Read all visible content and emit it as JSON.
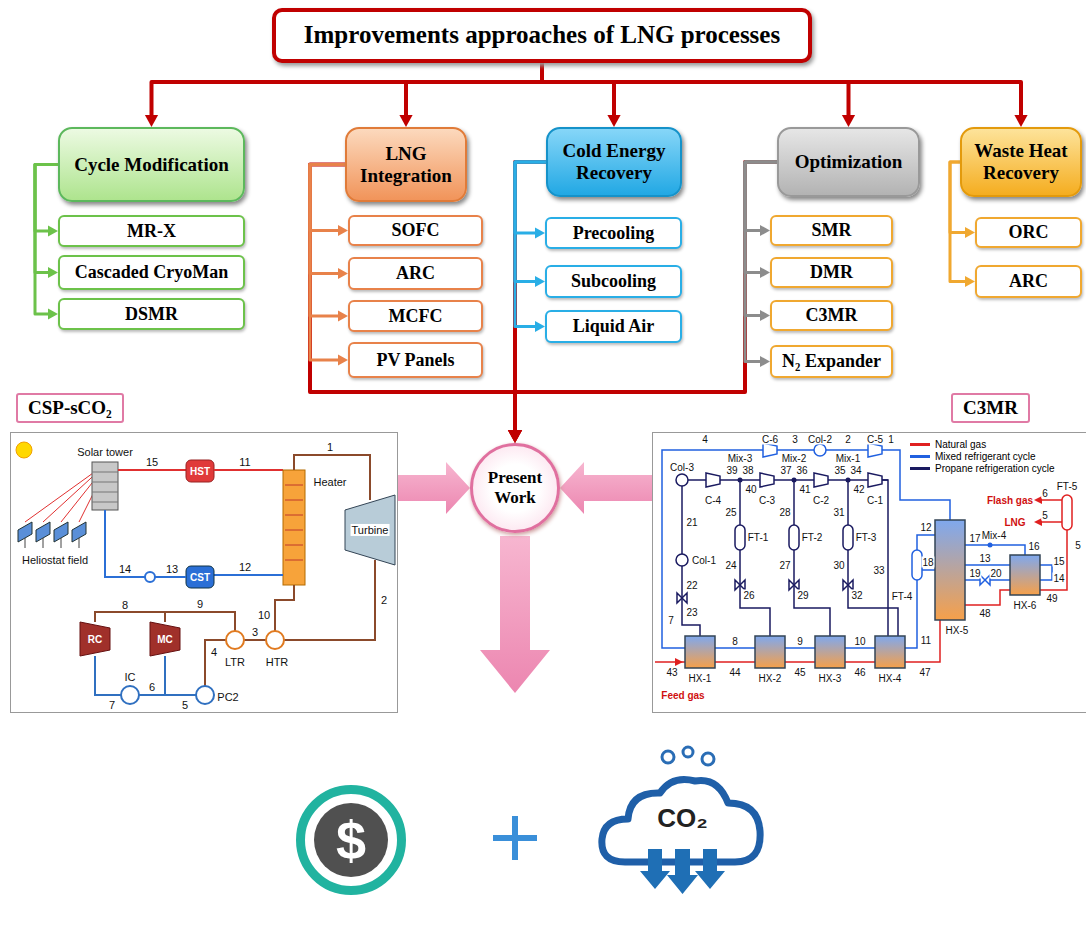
{
  "diagram": {
    "nodes": [
      {
        "text": [
          "Improvements approaches of LNG processes"
        ]
      },
      {
        "text": [
          "Cycle Modification"
        ]
      },
      {
        "text": [
          "MR-X"
        ]
      },
      {
        "text": [
          "Cascaded CryoMan"
        ]
      },
      {
        "text": [
          "DSMR"
        ]
      },
      {
        "text": [
          "LNG Integration"
        ]
      },
      {
        "text": [
          "SOFC"
        ]
      },
      {
        "text": [
          "ARC"
        ]
      },
      {
        "text": [
          "MCFC"
        ]
      },
      {
        "text": [
          "PV Panels"
        ]
      },
      {
        "text": [
          "Cold Energy Recovery"
        ]
      },
      {
        "text": [
          "Precooling"
        ]
      },
      {
        "text": [
          "Subcooling"
        ]
      },
      {
        "text": [
          "Liquid Air"
        ]
      },
      {
        "text": [
          "Optimization"
        ]
      },
      {
        "text": [
          "SMR"
        ]
      },
      {
        "text": [
          "DMR"
        ]
      },
      {
        "text": [
          "C3MR"
        ]
      },
      {
        "text": [
          "N₂ Expander"
        ]
      },
      {
        "text": [
          "Waste Heat Recovery"
        ]
      },
      {
        "text": [
          "ORC"
        ]
      },
      {
        "text": [
          "ARC"
        ]
      },
      {
        "text": [
          "CSP-sCO₂"
        ]
      },
      {
        "text": [
          "Present Work"
        ]
      },
      {
        "text": [
          "C3MR"
        ]
      },
      {
        "text": [
          "$"
        ]
      },
      {
        "text": [
          "CO₂"
        ]
      }
    ],
    "edges": [
      {
        "from": 0,
        "to": 1,
        "arrow": "to"
      },
      {
        "from": 0,
        "to": 5,
        "arrow": "to"
      },
      {
        "from": 0,
        "to": 10,
        "arrow": "to"
      },
      {
        "from": 0,
        "to": 14,
        "arrow": "to"
      },
      {
        "from": 0,
        "to": 19,
        "arrow": "to"
      },
      {
        "from": 1,
        "to": 2,
        "arrow": "to"
      },
      {
        "from": 1,
        "to": 3,
        "arrow": "to"
      },
      {
        "from": 1,
        "to": 4,
        "arrow": "to"
      },
      {
        "from": 5,
        "to": 6,
        "arrow": "to"
      },
      {
        "from": 5,
        "to": 7,
        "arrow": "to"
      },
      {
        "from": 5,
        "to": 8,
        "arrow": "to"
      },
      {
        "from": 5,
        "to": 9,
        "arrow": "to"
      },
      {
        "from": 10,
        "to": 11,
        "arrow": "to"
      },
      {
        "from": 10,
        "to": 12,
        "arrow": "to"
      },
      {
        "from": 10,
        "to": 13,
        "arrow": "to"
      },
      {
        "from": 14,
        "to": 15,
        "arrow": "to"
      },
      {
        "from": 14,
        "to": 16,
        "arrow": "to"
      },
      {
        "from": 14,
        "to": 17,
        "arrow": "to"
      },
      {
        "from": 14,
        "to": 18,
        "arrow": "to"
      },
      {
        "from": 19,
        "to": 20,
        "arrow": "to"
      },
      {
        "from": 19,
        "to": 21,
        "arrow": "to"
      },
      {
        "from": 5,
        "to": 23,
        "arrow": "to"
      },
      {
        "from": 10,
        "to": 23,
        "arrow": "to"
      },
      {
        "from": 14,
        "to": 23,
        "arrow": "to"
      },
      {
        "from": 22,
        "to": 23,
        "arrow": "to"
      },
      {
        "from": 24,
        "to": 23,
        "arrow": "to"
      }
    ],
    "labels": [
      "Solar tower",
      "15",
      "HST",
      "11",
      "1",
      "Heater",
      "Turbine",
      "Heliostat field",
      "14",
      "13",
      "CST",
      "12",
      "10",
      "2",
      "3",
      "4",
      "LTR",
      "HTR",
      "9",
      "8",
      "RC",
      "MC",
      "6",
      "7",
      "IC",
      "5",
      "PC2",
      "4",
      "3",
      "2",
      "1",
      "C-6",
      "Col-2",
      "C-5",
      "Col-3",
      "Mix-3",
      "Mix-2",
      "Mix-1",
      "39",
      "38",
      "37",
      "36",
      "35",
      "34",
      "C-4",
      "40",
      "C-3",
      "41",
      "C-2",
      "42",
      "C-1",
      "21",
      "25",
      "28",
      "31",
      "FT-1",
      "FT-2",
      "FT-3",
      "Col-1",
      "24",
      "27",
      "30",
      "33",
      "22",
      "26",
      "29",
      "32",
      "23",
      "7",
      "8",
      "9",
      "10",
      "11",
      "FT-4",
      "12",
      "18",
      "HX-1",
      "HX-2",
      "HX-3",
      "HX-4",
      "HX-5",
      "HX-6",
      "43",
      "44",
      "45",
      "46",
      "47",
      "48",
      "49",
      "Feed gas",
      "Flash gas",
      "6",
      "LNG",
      "5",
      "FT-5",
      "5",
      "Mix-4",
      "17",
      "16",
      "15",
      "14",
      "19",
      "20",
      "13"
    ],
    "legend": [
      {
        "text": "Natural gas",
        "color": "#e02020"
      },
      {
        "text": "Mixed refrigerant cycle",
        "color": "#2060e0"
      },
      {
        "text": "Propane refrigeration cycle",
        "color": "#1a1a60"
      }
    ]
  }
}
